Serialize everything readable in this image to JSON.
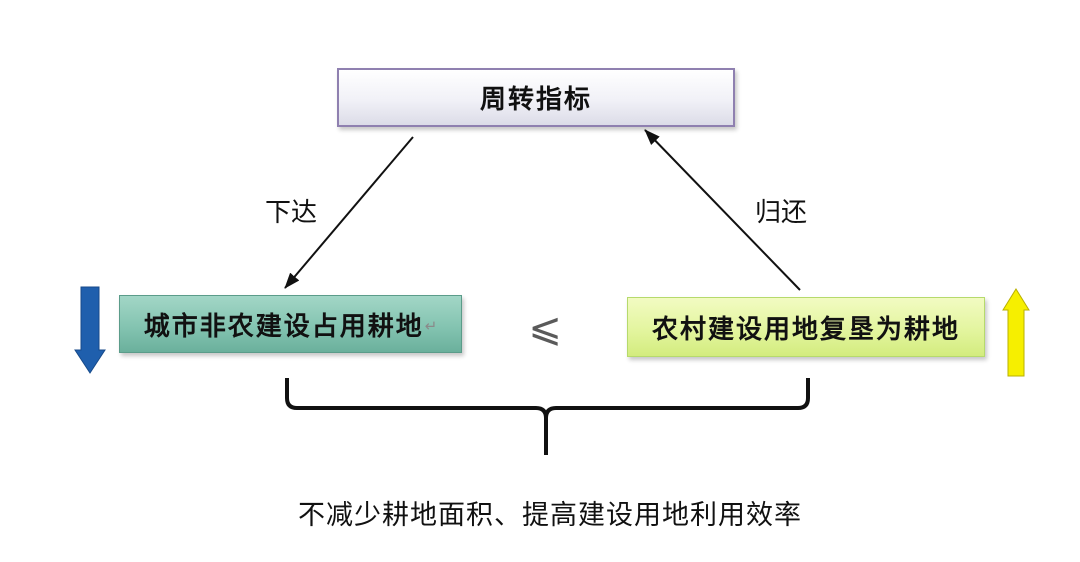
{
  "top_box": {
    "label": "周转指标"
  },
  "left_box": {
    "label": "城市非农建设占用耕地",
    "return_mark": "↵"
  },
  "right_box": {
    "label": "农村建设用地复垦为耕地"
  },
  "connectors": {
    "issue_label": "下达",
    "return_label": "归还"
  },
  "relation_symbol": "⩽",
  "summary": "不减少耕地面积、提高建设用地利用效率",
  "indicators": {
    "left_icon": "down-arrow-icon",
    "right_icon": "up-arrow-icon"
  },
  "colors": {
    "down_arrow": "#1f5fad",
    "up_arrow": "#f6ef00",
    "top_box": "#ececf4",
    "left_box": "#80c2ae",
    "right_box": "#e0f39a",
    "connector": "#111111"
  }
}
